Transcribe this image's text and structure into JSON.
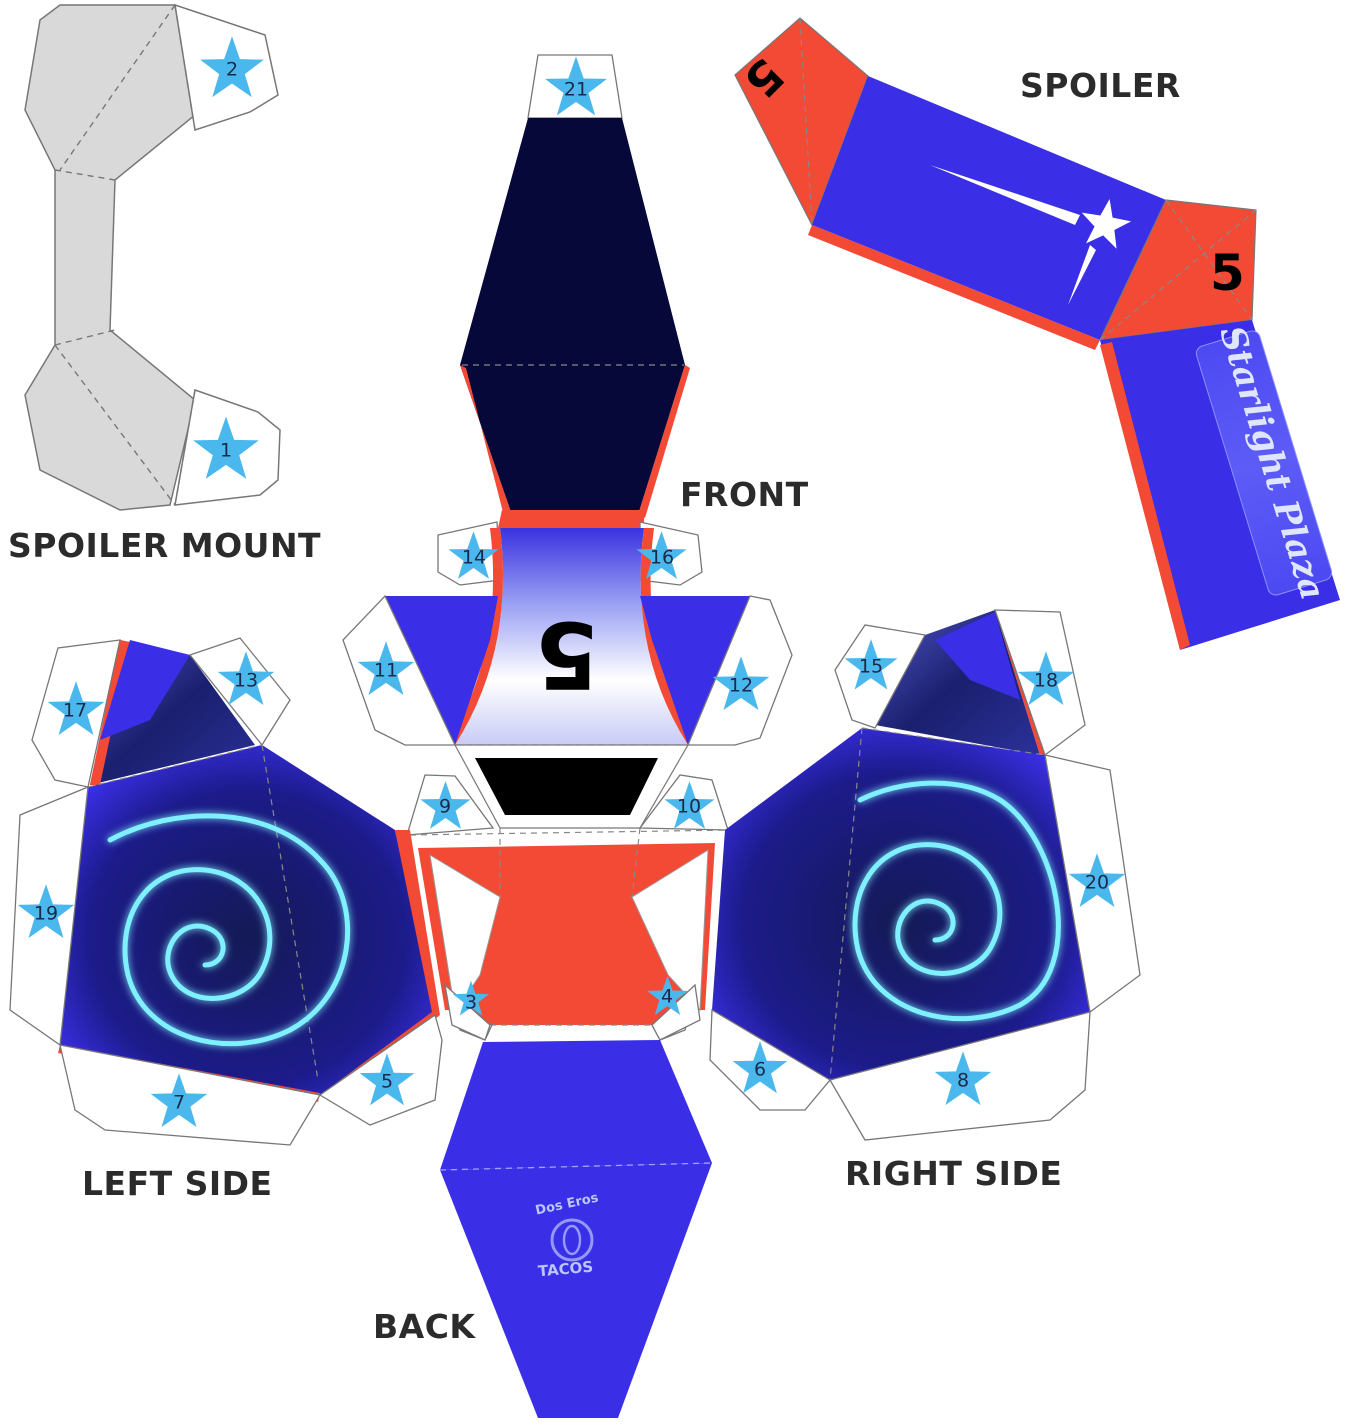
{
  "labels": {
    "spoiler_mount": "SPOILER MOUNT",
    "spoiler": "SPOILER",
    "front": "FRONT",
    "left_side": "LEFT SIDE",
    "right_side": "RIGHT SIDE",
    "back": "BACK"
  },
  "tab_numbers": {
    "t1": "1",
    "t2": "2",
    "t3": "3",
    "t4": "4",
    "t5": "5",
    "t6": "6",
    "t7": "7",
    "t8": "8",
    "t9": "9",
    "t10": "10",
    "t11": "11",
    "t12": "12",
    "t13": "13",
    "t14": "14",
    "t15": "15",
    "t16": "16",
    "t17": "17",
    "t18": "18",
    "t19": "19",
    "t20": "20",
    "t21": "21"
  },
  "decals": {
    "car_number": "5",
    "spoiler_number_left": "5",
    "spoiler_number_right": "5",
    "sponsor": "Starlight Plaza",
    "back_logo_top": "Dos Eros",
    "back_logo_bottom": "TACOS"
  },
  "icons": [
    "star-icon",
    "swirl-icon",
    "shooting-star-icon",
    "taco-logo-icon"
  ],
  "colors": {
    "body_blue": "#3a2fe6",
    "accent_red": "#f34a35",
    "navy": "#06083a",
    "mount_gray": "#d9d9d9",
    "star_blue": "#4ab8ec",
    "glow_cyan": "#7ff0ff"
  }
}
